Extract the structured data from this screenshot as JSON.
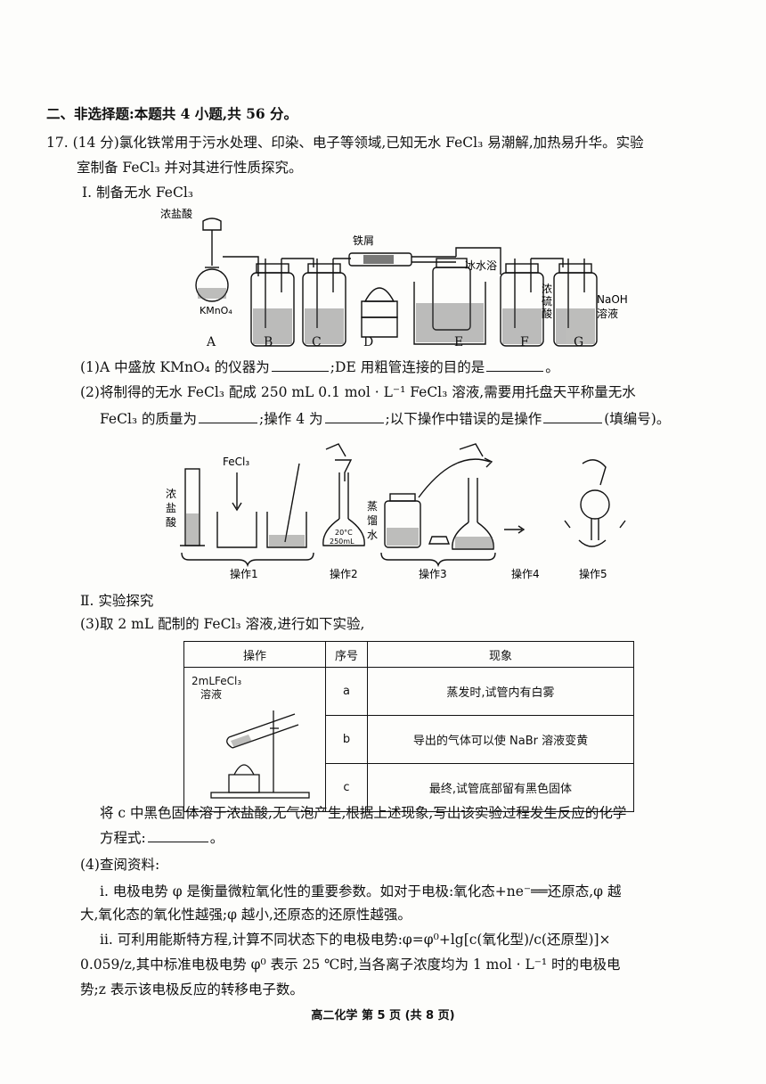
{
  "section_title": "二、非选择题:本题共 4 小题,共 56 分。",
  "q17": {
    "line1": "17. (14 分)氯化铁常用于污水处理、印染、电子等领域,已知无水 FeCl₃ 易潮解,加热易升华。实验",
    "line2": "室制备 FeCl₃ 并对其进行性质探究。",
    "part1_title": "Ⅰ. 制备无水 FeCl₃",
    "apparatus": {
      "label_hcl": "浓盐酸",
      "label_kmno4": "KMnO₄",
      "label_iron": "铁屑",
      "label_ice": "冰水浴",
      "label_h2so4_a": "浓",
      "label_h2so4_b": "硫",
      "label_h2so4_c": "酸",
      "label_naoh_a": "NaOH",
      "label_naoh_b": "溶液",
      "letters": [
        "A",
        "B",
        "C",
        "D",
        "E",
        "F",
        "G"
      ]
    },
    "sub1_a": "(1)A 中盛放 KMnO₄ 的仪器为",
    "sub1_b": ";DE 用粗管连接的目的是",
    "sub1_c": "。",
    "sub2_a": "(2)将制得的无水 FeCl₃ 配成 250 mL 0.1 mol · L⁻¹ FeCl₃ 溶液,需要用托盘天平称量无水",
    "sub2_b": "FeCl₃ 的质量为",
    "sub2_c": ";操作 4 为",
    "sub2_d": ";以下操作中错误的是操作",
    "sub2_e": "(填编号)。",
    "ops": {
      "label_fecl3": "FeCl₃",
      "label_hcl_a": "浓",
      "label_hcl_b": "盐",
      "label_hcl_c": "酸",
      "label_water_a": "蒸",
      "label_water_b": "馏",
      "label_water_c": "水",
      "flask_temp": "20°C",
      "flask_vol": "250mL",
      "op1": "操作1",
      "op2": "操作2",
      "op3": "操作3",
      "op4": "操作4",
      "op5": "操作5"
    },
    "part2_title": "Ⅱ. 实验探究",
    "sub3": "(3)取 2 mL 配制的 FeCl₃ 溶液,进行如下实验,",
    "table": {
      "headers": [
        "操作",
        "序号",
        "现象"
      ],
      "op_label_a": "2mLFeCl₃",
      "op_label_b": "溶液",
      "rows": [
        {
          "id": "a",
          "obs": "蒸发时,试管内有白雾"
        },
        {
          "id": "b",
          "obs": "导出的气体可以使 NaBr 溶液变黄"
        },
        {
          "id": "c",
          "obs": "最终,试管底部留有黑色固体"
        }
      ]
    },
    "sub3_after_a": "将 c 中黑色固体溶于浓盐酸,无气泡产生,根据上述现象,写出该实验过程发生反应的化学",
    "sub3_after_b": "方程式:",
    "sub3_after_c": "。",
    "sub4": "(4)查阅资料:",
    "ref1_a": "ⅰ. 电极电势 φ 是衡量微粒氧化性的重要参数。如对于电极:氧化态+ne⁻══还原态,φ 越",
    "ref1_b": "大,氧化态的氧化性越强;φ 越小,还原态的还原性越强。",
    "ref2_a": "ⅱ. 可利用能斯特方程,计算不同状态下的电极电势:φ=φ⁰+lg[c(氧化型)/c(还原型)]×",
    "ref2_b": "0.059/z,其中标准电极电势 φ⁰ 表示 25 ℃时,当各离子浓度均为 1 mol · L⁻¹ 时的电极电",
    "ref2_c": "势;z 表示该电极反应的转移电子数。"
  },
  "footer": "高二化学  第 5 页 (共 8 页)"
}
